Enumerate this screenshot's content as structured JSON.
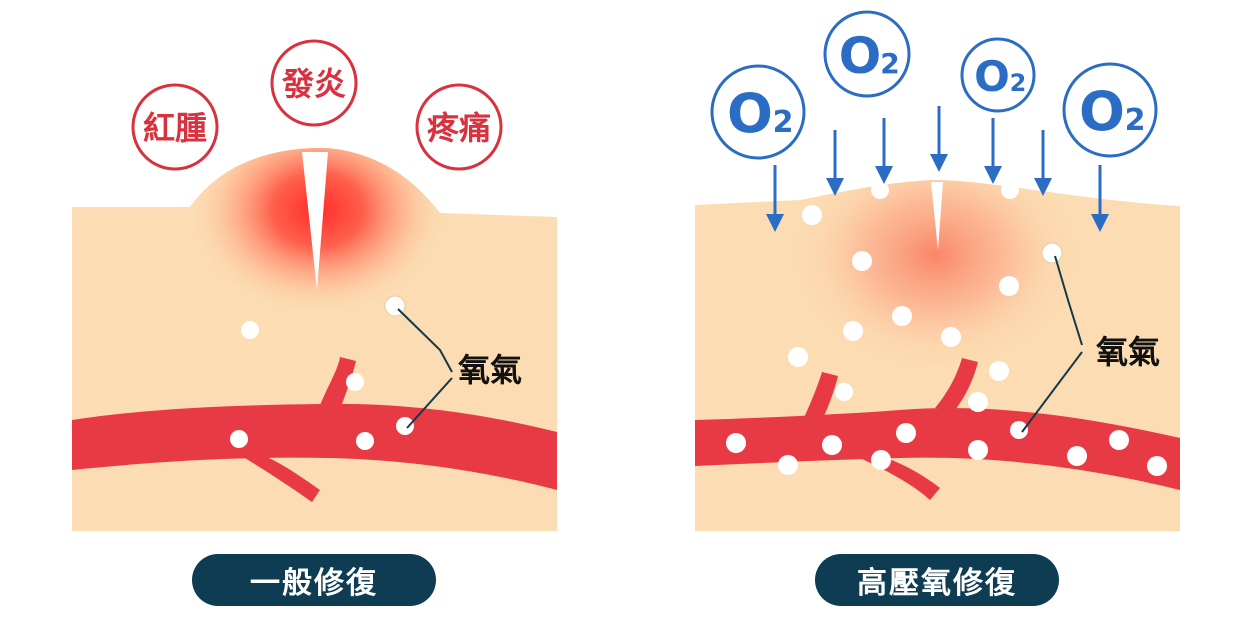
{
  "left_panel": {
    "caption": "一般修復",
    "symptoms": [
      "紅腫",
      "發炎",
      "疼痛"
    ],
    "oxygen_label": "氧氣"
  },
  "right_panel": {
    "caption": "高壓氧修復",
    "oxygen_label": "氧氣",
    "o2_badges": [
      {
        "main": "O",
        "sub": "2"
      },
      {
        "main": "O",
        "sub": "2"
      },
      {
        "main": "O",
        "sub": "2"
      },
      {
        "main": "O",
        "sub": "2"
      }
    ]
  },
  "colors": {
    "skin": "#fcdcb2",
    "vessel": "#e73a45",
    "symptom_red": "#d8323f",
    "o2_blue": "#2b6cc4",
    "caption_bg": "#0e3c52",
    "label_text": "#111111"
  }
}
